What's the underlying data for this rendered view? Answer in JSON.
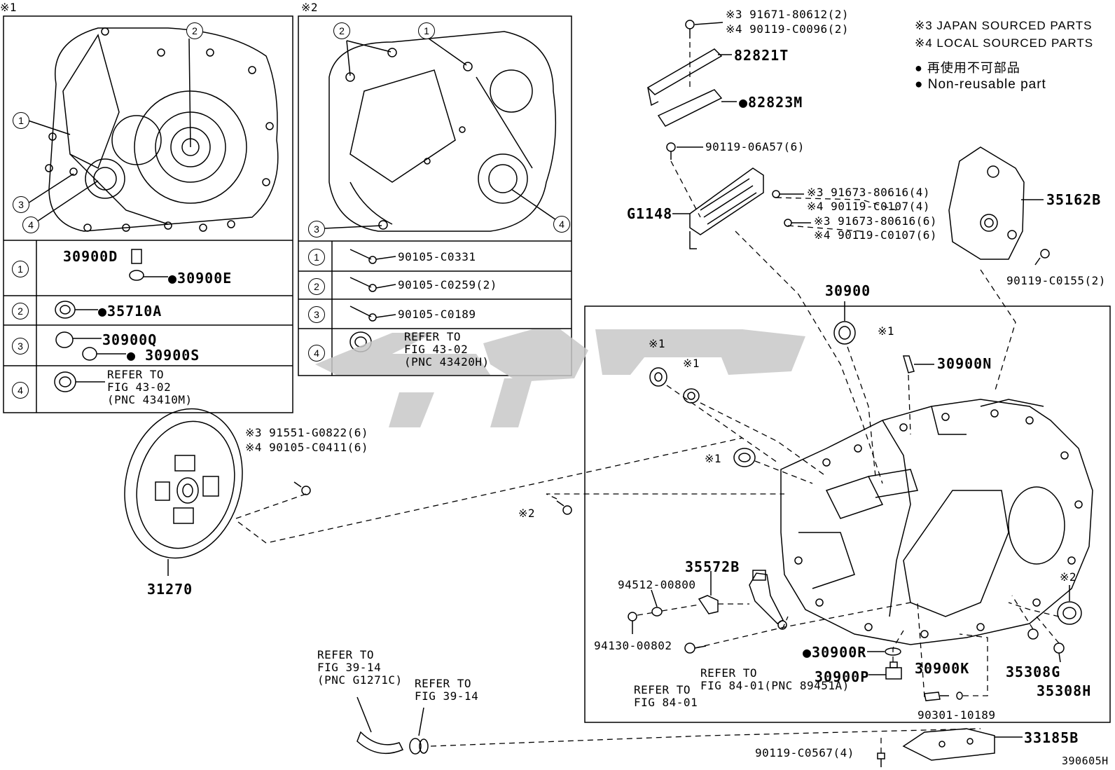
{
  "inset1": {
    "mark": "※1",
    "callouts": [
      "1",
      "2",
      "3",
      "4"
    ]
  },
  "inset2": {
    "mark": "※2",
    "callouts": [
      "1",
      "2",
      "3",
      "4"
    ]
  },
  "table1": [
    {
      "no": "1",
      "parts": [
        "30900D",
        "●30900E"
      ]
    },
    {
      "no": "2",
      "parts": [
        "●35710A"
      ]
    },
    {
      "no": "3",
      "parts": [
        "30900Q",
        "● 30900S"
      ]
    },
    {
      "no": "4",
      "parts": [
        "REFER TO\nFIG 43-02\n(PNC 43410M)"
      ]
    }
  ],
  "table2": [
    {
      "no": "1",
      "parts": [
        "90105-C0331"
      ]
    },
    {
      "no": "2",
      "parts": [
        "90105-C0259(2)"
      ]
    },
    {
      "no": "3",
      "parts": [
        "90105-C0189"
      ]
    },
    {
      "no": "4",
      "parts": [
        "REFER TO\nFIG 43-02\n(PNC 43420H)"
      ]
    }
  ],
  "legend": {
    "japan": "※3 JAPAN SOURCED PARTS",
    "local": "※4 LOCAL SOURCED PARTS",
    "nonreuse_jp": "● 再使用不可部品",
    "nonreuse_en": "● Non-reusable part"
  },
  "labels": {
    "bolt_top_3": "※3 91671-80612(2)",
    "bolt_top_4": "※4 90119-C0096(2)",
    "p82821T": "82821T",
    "p82823M": "●82823M",
    "p90119_06A57": "90119-06A57(6)",
    "pG1148": "G1148",
    "g_a3": "※3 91673-80616(4)",
    "g_a4": "※4 90119-C0107(4)",
    "g_b3": "※3 91673-80616(6)",
    "g_b4": "※4 90119-C0107(6)",
    "p35162B": "35162B",
    "p90119_C0155": "90119-C0155(2)",
    "p30900": "30900",
    "p30900N": "30900N",
    "bolt_disc_3": "※3 91551-G0822(6)",
    "bolt_disc_4": "※4 90105-C0411(6)",
    "p31270": "31270",
    "mark1": "※1",
    "mark2": "※2",
    "p35572B": "35572B",
    "p94512": "94512-00800",
    "p94130": "94130-00802",
    "refer84a": "REFER TO\nFIG 84-01",
    "refer84b": "REFER TO\nFIG 84-01(PNC 89451A)",
    "p30900R": "●30900R",
    "p30900P": "30900P",
    "p30900K": "30900K",
    "p90301": "90301-10189",
    "p35308G": "35308G",
    "p35308H": "35308H",
    "refer39a": "REFER TO\nFIG 39-14\n(PNC G1271C)",
    "refer39b": "REFER TO\nFIG 39-14",
    "p33185B": "33185B",
    "p90119_C0567": "90119-C0567(4)",
    "code": "390605H"
  },
  "colors": {
    "line": "#000000",
    "watermark": "#c8c8c8"
  }
}
